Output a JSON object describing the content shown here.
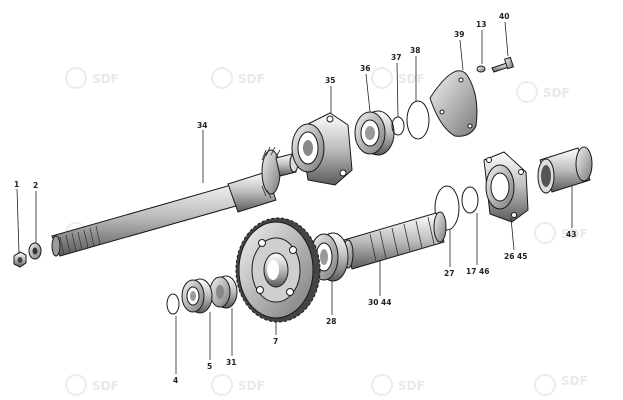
{
  "watermark": {
    "text": "SDF"
  },
  "parts": {
    "p1": "1",
    "p2": "2",
    "p4": "4",
    "p5": "5",
    "p7": "7",
    "p13": "13",
    "p17_46": "17 46",
    "p26_45": "26 45",
    "p27": "27",
    "p28": "28",
    "p30_44": "30 44",
    "p31": "31",
    "p34": "34",
    "p35": "35",
    "p36": "36",
    "p37": "37",
    "p38": "38",
    "p39": "39",
    "p40": "40",
    "p43": "43"
  }
}
